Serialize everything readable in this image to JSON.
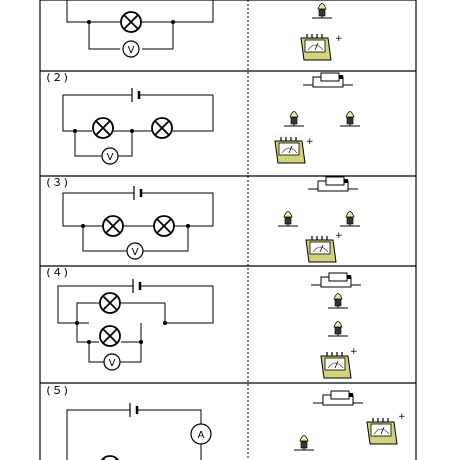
{
  "worksheet": {
    "rows": [
      {
        "label": "",
        "left": "bulb-voltmeter",
        "right": [
          "bulb-holder",
          "voltmeter"
        ]
      },
      {
        "label": "(２)",
        "left": "series-two-bulbs-voltmeter",
        "right": [
          "battery-holder",
          "bulb-holder",
          "bulb-holder",
          "voltmeter"
        ]
      },
      {
        "label": "(３)",
        "left": "series-two-bulbs-voltmeter-both",
        "right": [
          "battery-holder",
          "bulb-holder",
          "bulb-holder",
          "voltmeter"
        ]
      },
      {
        "label": "(４)",
        "left": "parallel-two-bulbs-voltmeter",
        "right": [
          "battery-holder",
          "bulb-holder",
          "bulb-holder",
          "voltmeter"
        ]
      },
      {
        "label": "(５)",
        "left": "ammeter-bulb",
        "right": [
          "battery-holder",
          "bulb-holder",
          "ammeter"
        ]
      }
    ],
    "meter_symbols": {
      "voltmeter": "V",
      "ammeter": "A",
      "plus": "+"
    }
  }
}
